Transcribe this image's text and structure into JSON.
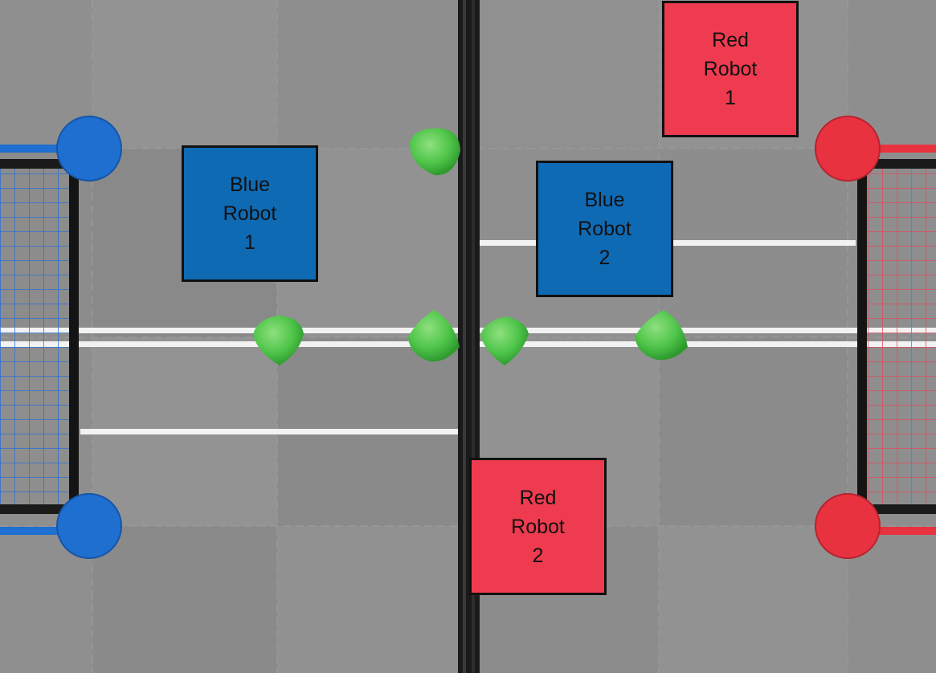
{
  "robots": {
    "blue_1": {
      "line1": "Blue",
      "line2": "Robot",
      "line3": "1"
    },
    "blue_2": {
      "line1": "Blue",
      "line2": "Robot",
      "line3": "2"
    },
    "red_1": {
      "line1": "Red",
      "line2": "Robot",
      "line3": "1"
    },
    "red_2": {
      "line1": "Red",
      "line2": "Robot",
      "line3": "2"
    }
  },
  "colors": {
    "blue_robot": "#0f6ab4",
    "red_robot": "#ef3b4f",
    "blue_alliance": "#1e6fd0",
    "red_alliance": "#e8323f",
    "game_piece": "#4fc54a",
    "field_tile": "#8d8d8d",
    "barrier": "#111111"
  },
  "icons": {
    "game_piece": "triball-icon",
    "goal": "goal-net-icon"
  }
}
